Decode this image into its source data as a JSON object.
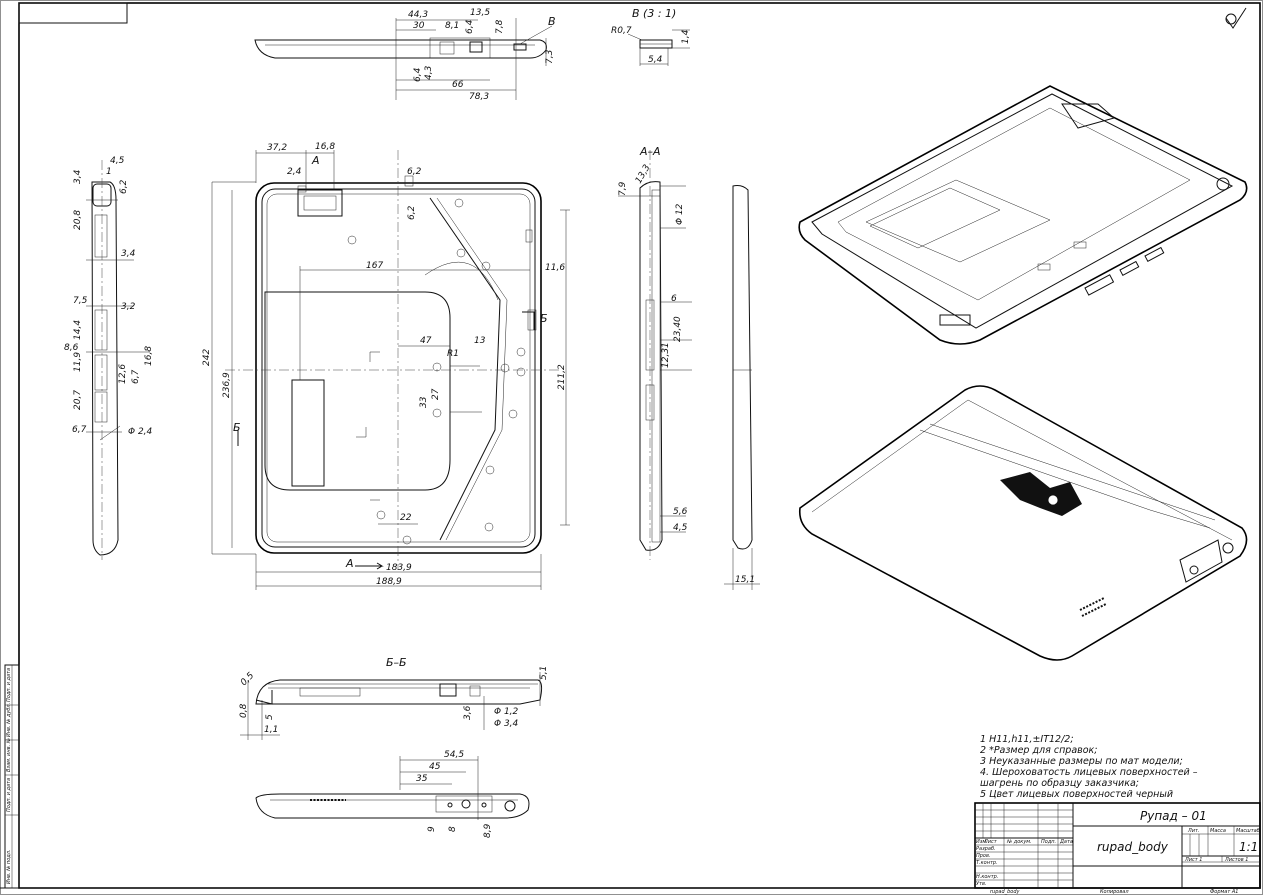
{
  "views": {
    "section_aa": "А–А",
    "section_bb": "Б–Б",
    "detail_b": "В",
    "detail_b_scale": "В (3 : 1)",
    "mark_a": "А",
    "mark_b": "Б",
    "mark_v": "В"
  },
  "dims": {
    "d44_3": "44,3",
    "d30": "30",
    "d8_1": "8,1",
    "d13_5": "13,5",
    "d6_4a": "6,4",
    "d7_8": "7,8",
    "d6_4b": "6,4",
    "d4_3": "4,3",
    "d66": "66",
    "d78_3": "78,3",
    "d7_3": "7,3",
    "dR0_7": "R0,7",
    "d1_4": "1,4",
    "d5_4": "5,4",
    "d37_2": "37,2",
    "d16_8": "16,8",
    "d2_4": "2,4",
    "d6_2a": "6,2",
    "d6_2b": "6,2",
    "d167": "167",
    "d11_6": "11,6",
    "d47": "47",
    "d13": "13",
    "dR1": "R1",
    "d27": "27",
    "d33": "33",
    "d22": "22",
    "d183_9": "183,9",
    "d188_9": "188,9",
    "d242": "242",
    "d236_9": "236,9",
    "d211_2": "211,2",
    "d4_5a": "4,5",
    "d1": "1",
    "d3_4a": "3,4",
    "d6_2c": "6,2",
    "d20_8": "20,8",
    "d3_4b": "3,4",
    "d7_5": "7,5",
    "d3_2": "3,2",
    "d14_4": "14,4",
    "d8_6": "8,6",
    "d11_9": "11,9",
    "d12_6": "12,6",
    "d6_7a": "6,7",
    "d16_8b": "16,8",
    "d20_7": "20,7",
    "d6_7b": "6,7",
    "dphi2_4": "Φ 2,4",
    "d13_3": "13,3",
    "d7_9": "7,9",
    "dphi12": "Φ 12",
    "d6": "6",
    "d23_40": "23,40",
    "d12_31": "12,31",
    "d5_6": "5,6",
    "d4_5b": "4,5",
    "d15_1": "15,1",
    "d0_5": "0,5",
    "d0_8": "0,8",
    "d5": "5",
    "d1_1": "1,1",
    "d3_6": "3,6",
    "dphi1_2": "Φ 1,2",
    "dphi3_4": "Φ 3,4",
    "d5_1": "5,1",
    "d54_5": "54,5",
    "d45": "45",
    "d35": "35",
    "d9": "9",
    "d8": "8",
    "d8_9": "8,9"
  },
  "notes": [
    "1   H11,h11,±IT12/2;",
    "2   *Размер для справок;",
    "3   Неуказанные размеры по мат модели;",
    "4.  Шероховатость лицевых поверхностей –",
    "шагрень по образцу заказчика;",
    "5   Цвет лицевых поверхностей черный"
  ],
  "title_block": {
    "product": "Рупад – 01",
    "part": "rupad_body",
    "scale": "1:1",
    "col_lit": "Лит.",
    "col_mass": "Масса",
    "col_scale": "Масштаб",
    "sheet": "Лист 1",
    "sheets": "Листов 1",
    "row_izm": "Изм.",
    "row_list": "Лист",
    "row_ndoc": "№ докум.",
    "row_podp": "Подп.",
    "row_data": "Дата",
    "r_razrab": "Разраб.",
    "r_prov": "Пров.",
    "r_tkontr": "Т.контр.",
    "r_nkontr": "Н.контр.",
    "r_utv": "Утв.",
    "footer_part": "rupad_body",
    "footer_copied": "Копировал",
    "footer_format": "Формат А1"
  },
  "side_strip": [
    "Подп. и дата",
    "Инв. № дубл.",
    "Взам. инв. №",
    "Подп. и дата",
    "Инв. № подл."
  ],
  "roughness_mark": "√"
}
